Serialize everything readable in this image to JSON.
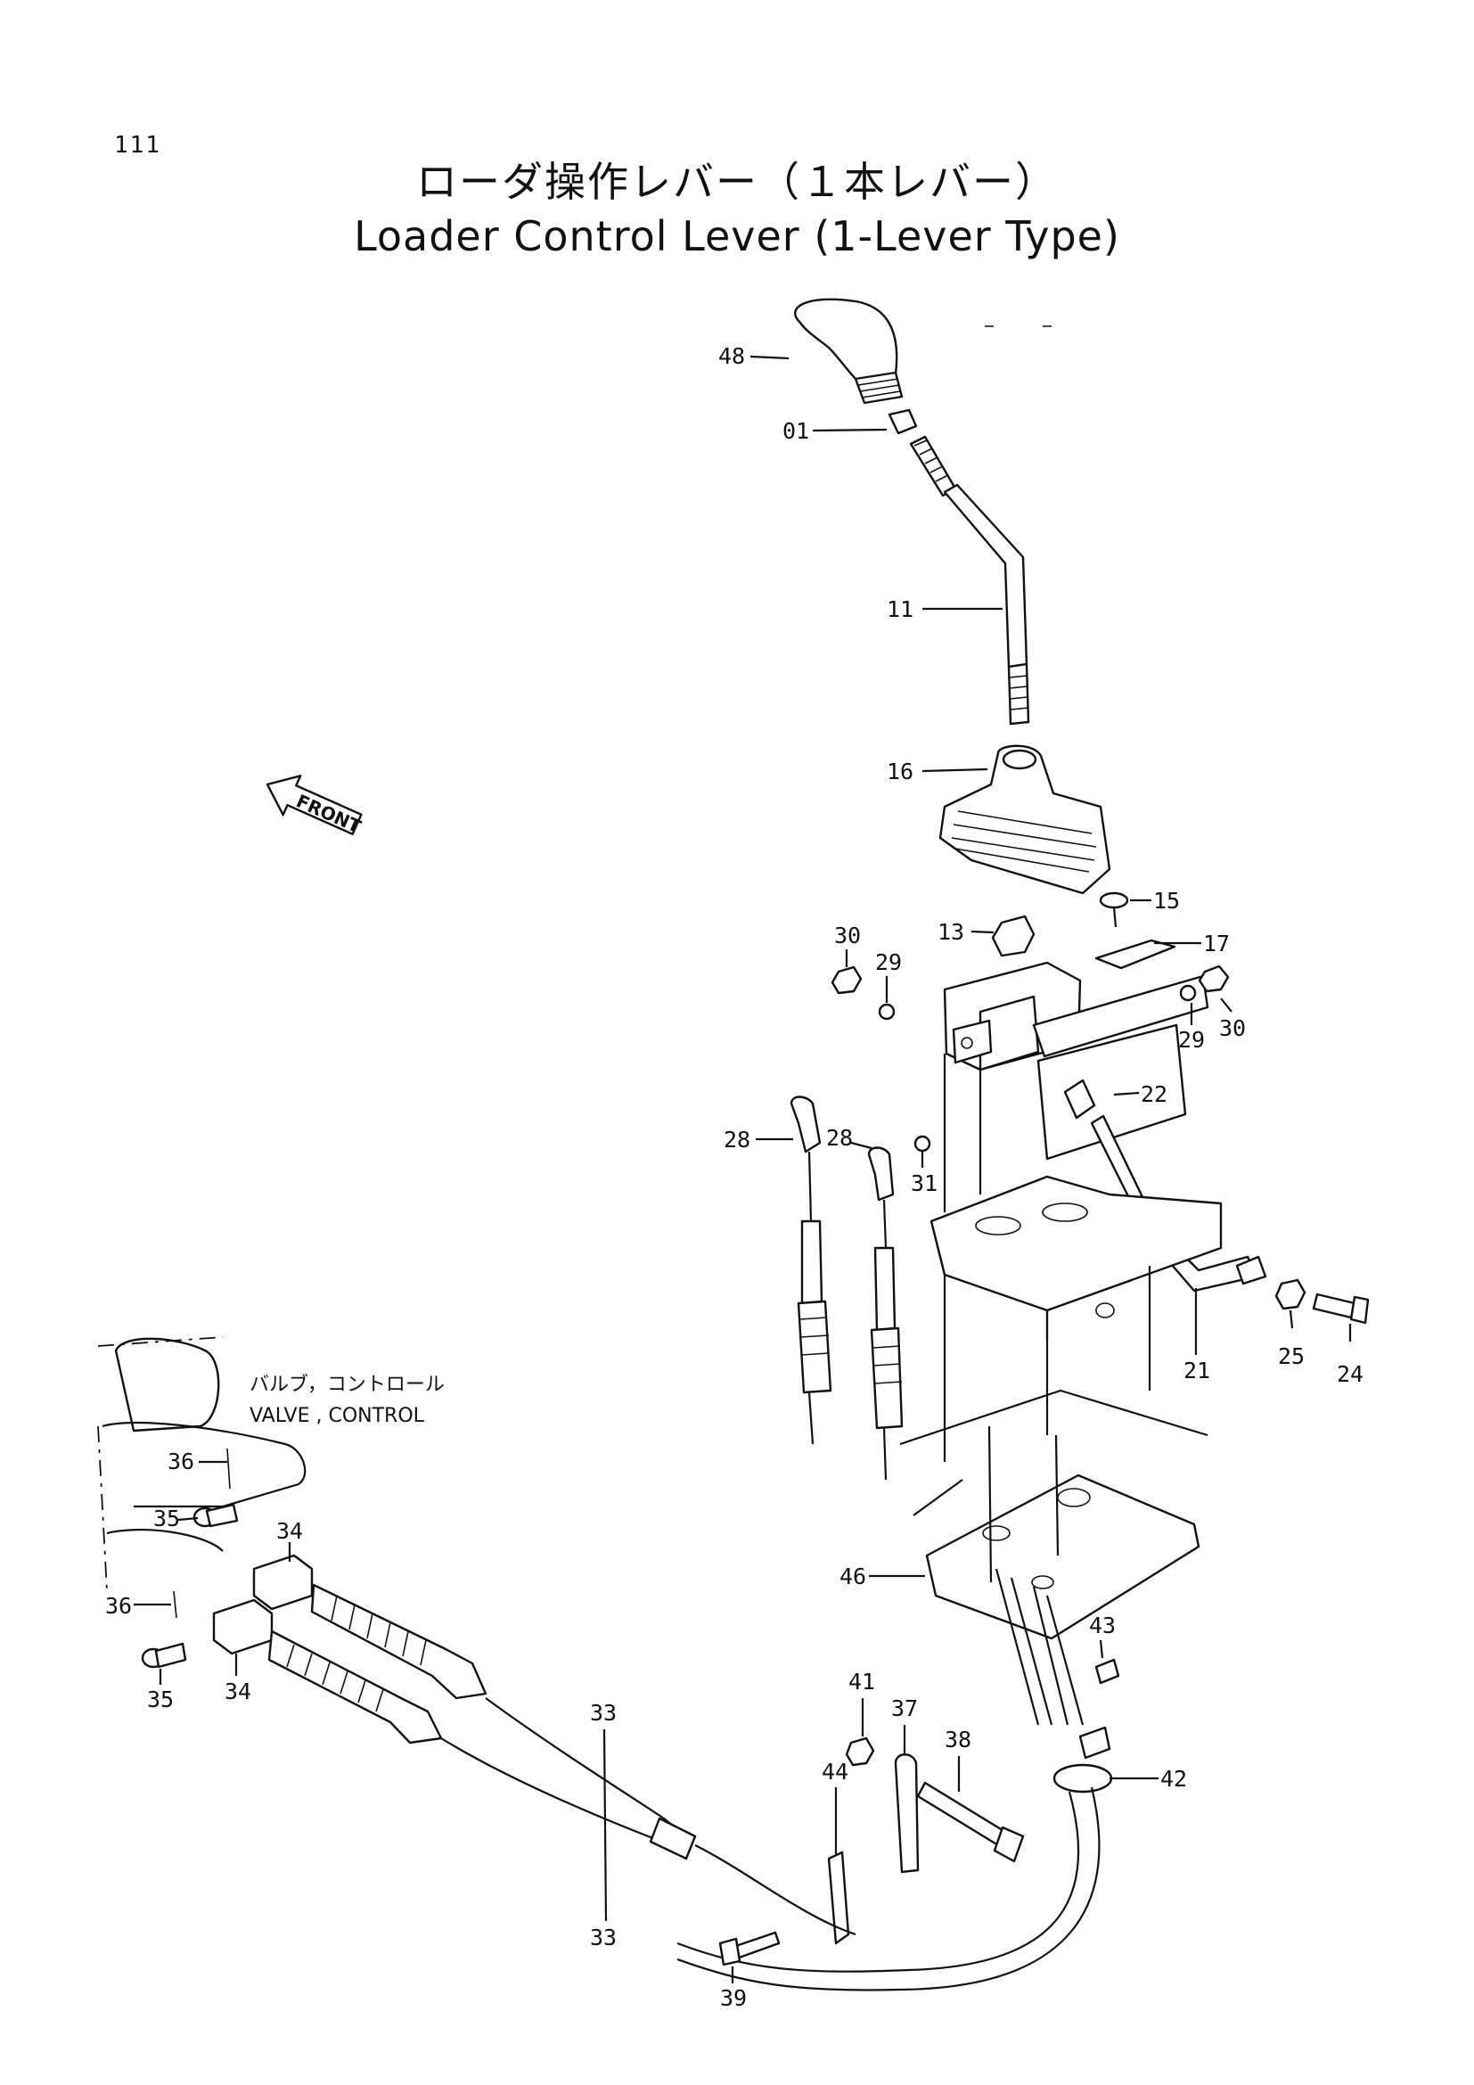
{
  "page": {
    "number": "111",
    "title_jp": "ローダ操作レバー（１本レバー）",
    "title_en": "Loader Control Lever (1-Lever Type)"
  },
  "front_arrow": {
    "label": "FRONT"
  },
  "valve_note": {
    "jp": "バルブ，コントロール",
    "en": "VALVE , CONTROL"
  },
  "part_labels": {
    "p48": "48",
    "p01": "01",
    "p11": "11",
    "p16": "16",
    "p15": "15",
    "p17": "17",
    "p13": "13",
    "p30a": "30",
    "p29a": "29",
    "p30b": "30",
    "p29b": "29",
    "p22": "22",
    "p28a": "28",
    "p28b": "28",
    "p31": "31",
    "p21": "21",
    "p25": "25",
    "p24": "24",
    "p46": "46",
    "p43": "43",
    "p42": "42",
    "p36a": "36",
    "p35a": "35",
    "p34a": "34",
    "p36b": "36",
    "p35b": "35",
    "p34b": "34",
    "p33a": "33",
    "p33b": "33",
    "p41": "41",
    "p37": "37",
    "p38": "38",
    "p44": "44",
    "p39": "39"
  }
}
